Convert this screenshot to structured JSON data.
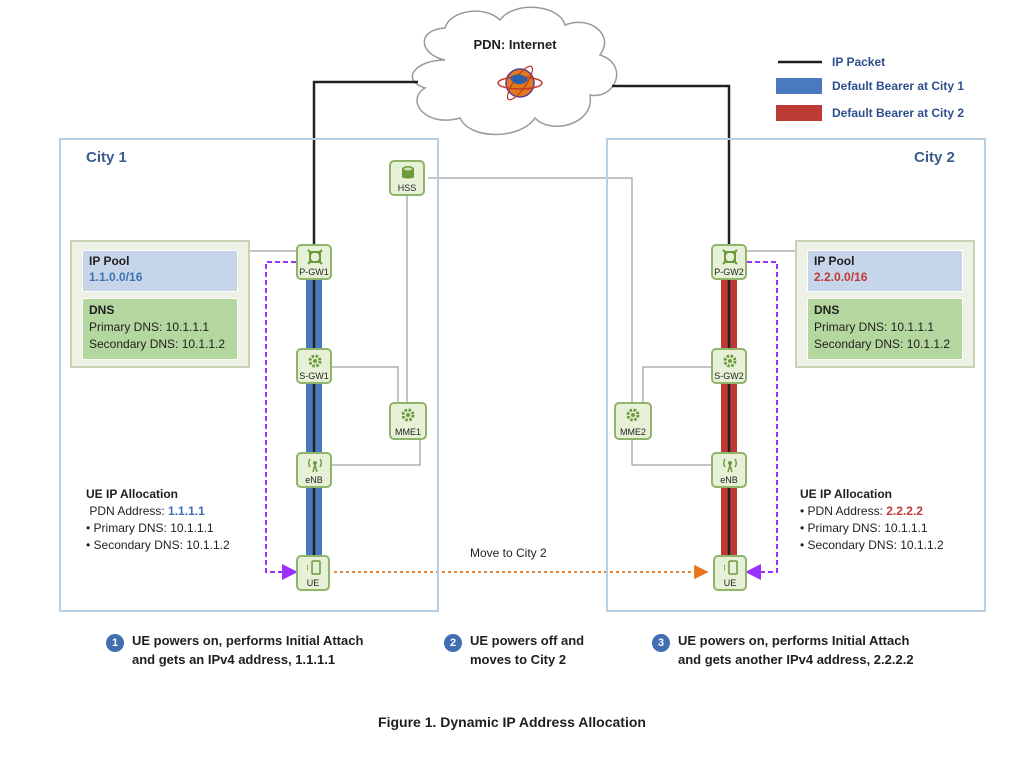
{
  "cloud": {
    "label": "PDN: Internet"
  },
  "legend": [
    {
      "label": "IP Packet",
      "color": "#1f1f1f"
    },
    {
      "label": "Default Bearer at City 1",
      "color": "#4a79c0"
    },
    {
      "label": "Default Bearer at City 2",
      "color": "#be3a34"
    }
  ],
  "city1": {
    "title": "City 1",
    "pool_title": "IP Pool",
    "pool_value": "1.1.0.0/16",
    "dns_title": "DNS",
    "primary_dns": "Primary DNS: 10.1.1.1",
    "secondary_dns": "Secondary DNS: 10.1.1.2",
    "ue_title": "UE IP Allocation",
    "pdn_prefix": "PDN Address: ",
    "pdn_value": "1.1.1.1",
    "ue_primary": "Primary DNS: 10.1.1.1",
    "ue_secondary": "Secondary DNS: 10.1.1.2",
    "nodes": {
      "pgw": "P-GW1",
      "sgw": "S-GW1",
      "enb": "eNB",
      "ue": "UE",
      "mme": "MME1",
      "hss": "HSS"
    }
  },
  "city2": {
    "title": "City 2",
    "pool_title": "IP Pool",
    "pool_value": "2.2.0.0/16",
    "dns_title": "DNS",
    "primary_dns": "Primary DNS: 10.1.1.1",
    "secondary_dns": "Secondary DNS: 10.1.1.2",
    "ue_title": "UE IP Allocation",
    "pdn_prefix": "PDN Address: ",
    "pdn_value": "2.2.2.2",
    "ue_primary": "Primary DNS: 10.1.1.1",
    "ue_secondary": "Secondary DNS: 10.1.1.2",
    "nodes": {
      "pgw": "P-GW2",
      "sgw": "S-GW2",
      "enb": "eNB",
      "ue": "UE",
      "mme": "MME2"
    }
  },
  "move_label": "Move to City 2",
  "steps": [
    {
      "num": "1",
      "line1": "UE powers on, performs Initial Attach",
      "line2": "and gets an IPv4 address, 1.1.1.1"
    },
    {
      "num": "2",
      "line1": "UE powers off and",
      "line2": "moves to City 2"
    },
    {
      "num": "3",
      "line1": "UE powers on, performs Initial Attach",
      "line2": "and gets another IPv4 address, 2.2.2.2"
    }
  ],
  "caption": "Figure 1. Dynamic IP Address Allocation",
  "colors": {
    "blue_text": "#3f6fb0",
    "red_text": "#be3a34",
    "node_green": "#8fb46a",
    "purple": "#9b30ff",
    "orange": "#e8731a"
  }
}
